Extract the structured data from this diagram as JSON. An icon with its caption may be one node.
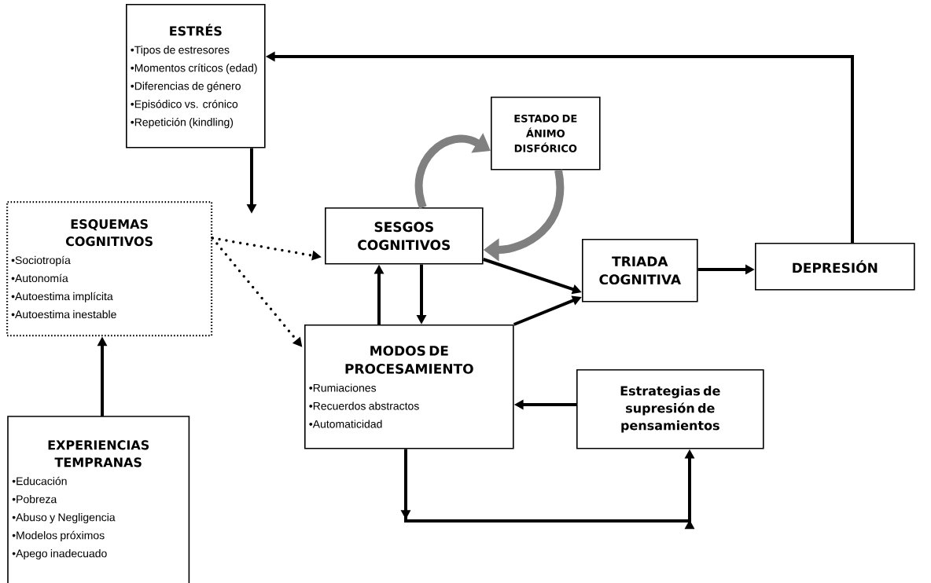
{
  "diagram": {
    "nodes": [
      {
        "text": [
          "ESTRÉS",
          "•Tipos de estresores",
          "•Momentos críticos (edad)",
          "•Diferencias de género",
          "•Episódico vs. crónico",
          "•Repetición (kindling)"
        ]
      },
      {
        "text": [
          "ESQUEMAS COGNITIVOS",
          "•Sociotropía",
          "•Autonomía",
          "•Autoestima implícita",
          "•Autoestima inestable"
        ]
      },
      {
        "text": [
          "ESTADO DE ÁNIMO DISFÓRICO"
        ]
      },
      {
        "text": [
          "SESGOS COGNITIVOS"
        ]
      },
      {
        "text": [
          "TRIADA COGNITIVA"
        ]
      },
      {
        "text": [
          "DEPRESIÓN"
        ]
      },
      {
        "text": [
          "MODOS DE PROCESAMIENTO",
          "•Rumiaciones",
          "•Recuerdos abstractos",
          "•Automaticidad"
        ]
      },
      {
        "text": [
          "Estrategias de supresión de pensamientos"
        ]
      },
      {
        "text": [
          "EXPERIENCIAS TEMPRANAS",
          "•Educación",
          "•Pobreza",
          "•Abuso y Negligencia",
          "•Modelos próximos",
          "•Apego inadecuado"
        ]
      }
    ],
    "edges": [
      {
        "from": 0,
        "to": null,
        "arrow": "to"
      },
      {
        "from": 1,
        "to": 3,
        "arrow": "to",
        "style": "dashed"
      },
      {
        "from": 1,
        "to": 6,
        "arrow": "to",
        "style": "dashed"
      },
      {
        "from": 8,
        "to": 1,
        "arrow": "to"
      },
      {
        "from": 6,
        "to": 3,
        "arrow": "to"
      },
      {
        "from": 3,
        "to": 6,
        "arrow": "to"
      },
      {
        "from": 3,
        "to": 2,
        "arrow": "to",
        "style": "thick",
        "color": "#808080"
      },
      {
        "from": 2,
        "to": 3,
        "arrow": "to",
        "style": "thick",
        "color": "#808080"
      },
      {
        "from": 3,
        "to": 4,
        "arrow": "to"
      },
      {
        "from": 6,
        "to": 4,
        "arrow": "to"
      },
      {
        "from": 4,
        "to": 5,
        "arrow": "to"
      },
      {
        "from": 5,
        "to": 0,
        "arrow": "to"
      },
      {
        "from": 7,
        "to": 6,
        "arrow": "to"
      },
      {
        "from": 6,
        "to": 7,
        "arrow": "to"
      }
    ]
  }
}
